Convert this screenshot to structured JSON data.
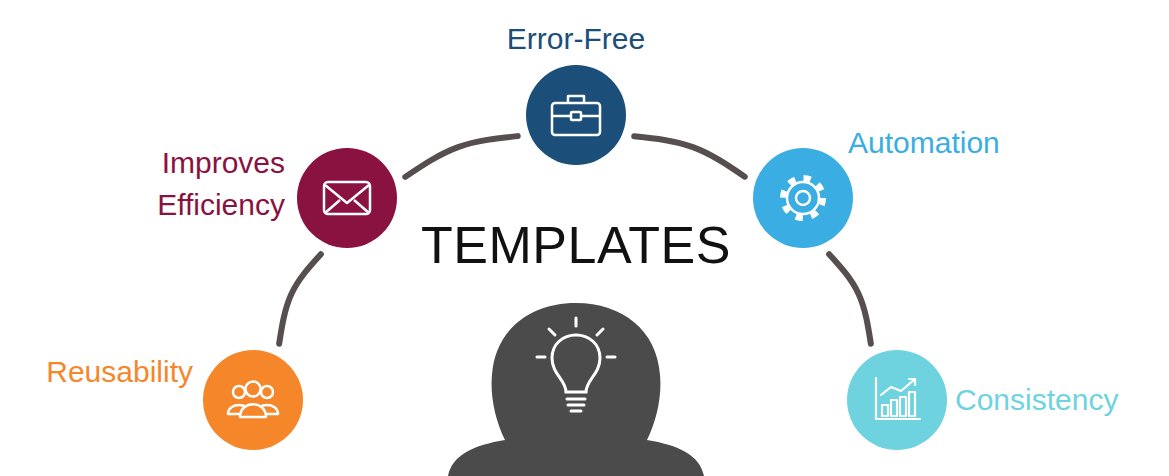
{
  "diagram": {
    "title": "TEMPLATES",
    "nodes": [
      {
        "text": [
          "Reusability"
        ]
      },
      {
        "text": [
          "Improves Efficiency"
        ]
      },
      {
        "text": [
          "Error-Free"
        ]
      },
      {
        "text": [
          "Automation"
        ]
      },
      {
        "text": [
          "Consistency"
        ]
      }
    ],
    "edges": [
      {
        "from": 0,
        "to": 1,
        "arrow": "none"
      },
      {
        "from": 1,
        "to": 2,
        "arrow": "none"
      },
      {
        "from": 2,
        "to": 3,
        "arrow": "none"
      },
      {
        "from": 3,
        "to": 4,
        "arrow": "none"
      }
    ]
  }
}
